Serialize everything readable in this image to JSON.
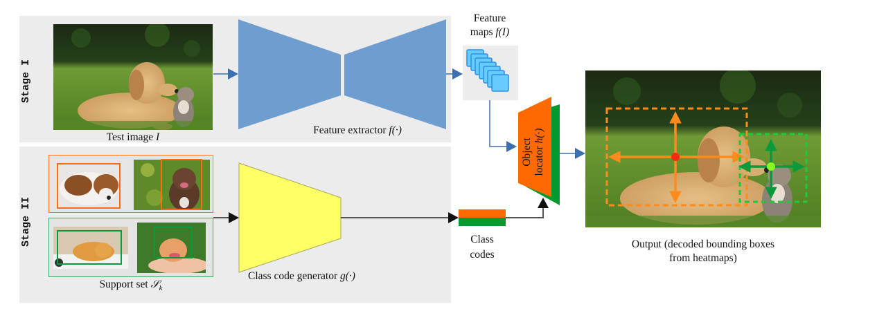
{
  "diagram": {
    "stages": [
      {
        "id": "stage-1",
        "label": "Stage I"
      },
      {
        "id": "stage-2",
        "label": "Stage II"
      }
    ],
    "nodes": {
      "test_image": {
        "caption": "Test image ",
        "caption_math": "I",
        "content": "puppy and kitten on grass"
      },
      "feature_extractor": {
        "caption": "Feature extractor ",
        "caption_math": "f(·)",
        "color": "#6e9ecf"
      },
      "feature_maps": {
        "caption_line1": "Feature",
        "caption_line2": "maps ",
        "caption_math": "f(I)",
        "color": "#66ccff",
        "stack_count": 7
      },
      "support_set": {
        "caption": "Support set ",
        "caption_math": "𝒮",
        "caption_sub": "k",
        "groups": [
          {
            "class": "dog",
            "color": "#ff6a13",
            "images": [
              "sleeping puppy",
              "brown puppy"
            ]
          },
          {
            "class": "cat",
            "color": "#0a9a3c",
            "images": [
              "orange kitten",
              "kitten in hand"
            ]
          }
        ]
      },
      "class_code_generator": {
        "caption": "Class code generator ",
        "caption_math": "g(·)",
        "color": "#ffff66"
      },
      "class_codes": {
        "caption_line1": "Class",
        "caption_line2": "codes",
        "colors": [
          "#ff6a00",
          "#009a2e"
        ]
      },
      "object_locator": {
        "line1": "Object",
        "line2": "locator ",
        "math": "h(·)",
        "front_color": "#ff6a00",
        "back_color": "#009a2e"
      },
      "output": {
        "caption_line1": "Output (decoded bounding boxes",
        "caption_line2": "from heatmaps)",
        "boxes": [
          {
            "class": "dog",
            "color": "#ff8c1a",
            "center_color": "#ff2a10"
          },
          {
            "class": "cat",
            "color": "#19cc3c",
            "arrow_color": "#0a9a3c",
            "center_color": "#88ff22"
          }
        ]
      }
    },
    "edges": [
      {
        "from": "test_image",
        "to": "feature_extractor",
        "color": "#3b6fb0"
      },
      {
        "from": "feature_extractor",
        "to": "feature_maps",
        "color": "#3b6fb0"
      },
      {
        "from": "feature_maps",
        "to": "object_locator",
        "color": "#3b6fb0"
      },
      {
        "from": "support_set",
        "to": "class_code_generator",
        "color": "#111111"
      },
      {
        "from": "class_code_generator",
        "to": "class_codes",
        "color": "#111111"
      },
      {
        "from": "class_codes",
        "to": "object_locator",
        "color": "#111111"
      },
      {
        "from": "object_locator",
        "to": "output",
        "color": "#3b6fb0"
      }
    ]
  }
}
